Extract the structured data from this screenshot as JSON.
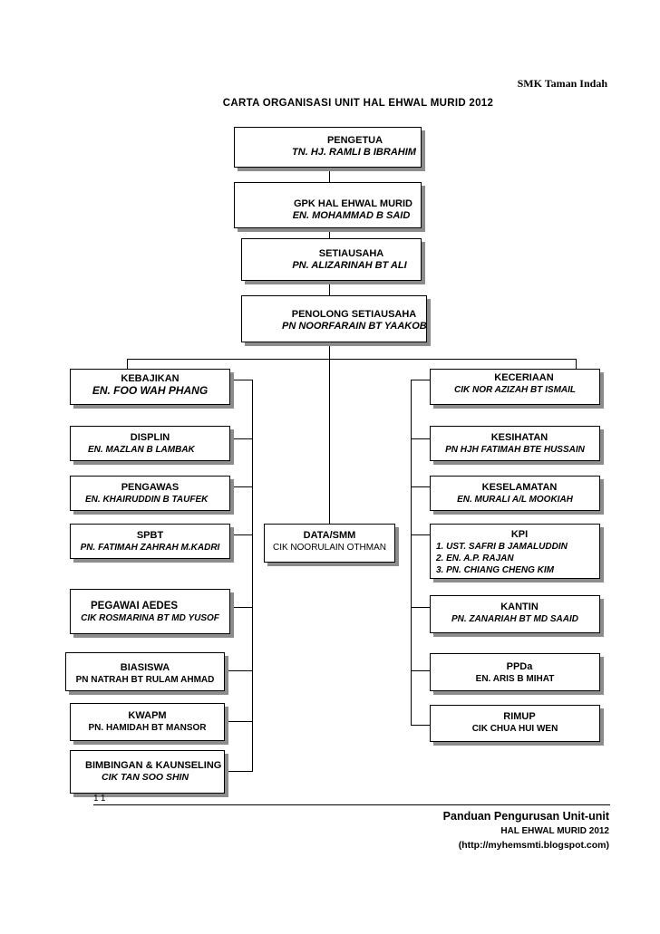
{
  "header": {
    "school": "SMK Taman Indah",
    "title": "CARTA ORGANISASI UNIT HAL EHWAL MURID  2012"
  },
  "top_chain": [
    {
      "role": "PENGETUA",
      "name": "TN. HJ. RAMLI B IBRAHIM"
    },
    {
      "role": "GPK HAL EHWAL MURID",
      "name": "EN. MOHAMMAD B SAID"
    },
    {
      "role": "SETIAUSAHA",
      "name": "PN. ALIZARINAH BT ALI"
    },
    {
      "role": "PENOLONG SETIAUSAHA",
      "name": "PN NOORFARAIN BT YAAKOB"
    }
  ],
  "left_units": [
    {
      "role": "KEBAJIKAN",
      "name": "EN. FOO WAH PHANG"
    },
    {
      "role": "DISPLIN",
      "name": "EN. MAZLAN B LAMBAK"
    },
    {
      "role": "PENGAWAS",
      "name": "EN. KHAIRUDDIN B TAUFEK"
    },
    {
      "role": "SPBT",
      "name": "PN. FATIMAH ZAHRAH M.KADRI"
    },
    {
      "role": "PEGAWAI AEDES",
      "name": "CIK ROSMARINA BT MD YUSOF"
    },
    {
      "role": "BIASISWA",
      "name": "PN  NATRAH  BT RULAM AHMAD"
    },
    {
      "role": "KWAPM",
      "name": "PN. HAMIDAH BT MANSOR"
    },
    {
      "role": "BIMBINGAN & KAUNSELING",
      "name": "CIK TAN SOO SHIN"
    }
  ],
  "center_unit": {
    "role": "DATA/SMM",
    "name": "CIK NOORULAIN  OTHMAN"
  },
  "right_units": [
    {
      "role": "KECERIAAN",
      "name": "CIK NOR AZIZAH BT ISMAIL"
    },
    {
      "role": "KESIHATAN",
      "name": "PN   HJH FATIMAH BTE HUSSAIN"
    },
    {
      "role": "KESELAMATAN",
      "name": "EN. MURALI A/L MOOKIAH"
    },
    {
      "role": "KPI",
      "names": [
        "1. UST. SAFRI B JAMALUDDIN",
        "2. EN. A.P. RAJAN",
        "3. PN. CHIANG CHENG KIM"
      ]
    },
    {
      "role": "KANTIN",
      "name": "PN. ZANARIAH BT MD SAAID"
    },
    {
      "role": "PPDa",
      "name": "EN. ARIS  B MIHAT"
    },
    {
      "role": "RIMUP",
      "name": "CIK CHUA HUI  WEN"
    }
  ],
  "footer": {
    "page_number": "11",
    "line1": "Panduan Pengurusan Unit-unit",
    "line2": "HAL EHWAL MURID 2012",
    "line3": "(http://myhemsmti.blogspot.com)"
  }
}
